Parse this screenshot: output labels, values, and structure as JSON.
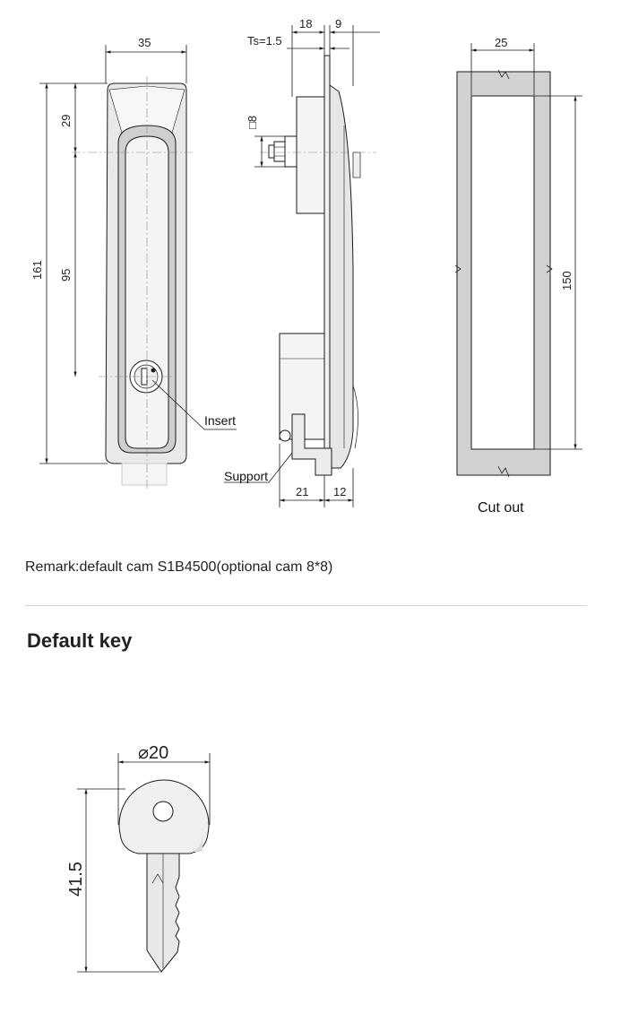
{
  "drawings": {
    "front": {
      "width": "35",
      "total_height": "161",
      "top_offset": "29",
      "handle_length": "95",
      "insert_label": "Insert"
    },
    "side": {
      "ts": "Ts=1.5",
      "dim_top_left": "18",
      "dim_top_right": "9",
      "square": "□8",
      "dim_bottom_left": "21",
      "dim_bottom_right": "12",
      "support_label": "Support"
    },
    "cutout": {
      "width": "25",
      "height": "150",
      "label": "Cut out"
    }
  },
  "remark": "Remark:default cam S1B4500(optional cam 8*8)",
  "default_key": {
    "title": "Default key",
    "diameter": "⌀20",
    "length": "41.5"
  },
  "colors": {
    "line": "#1a1a1a",
    "gray_fill": "#d2d2d2",
    "light_fill": "#f1f1f1",
    "divider": "#d4d4d4"
  }
}
